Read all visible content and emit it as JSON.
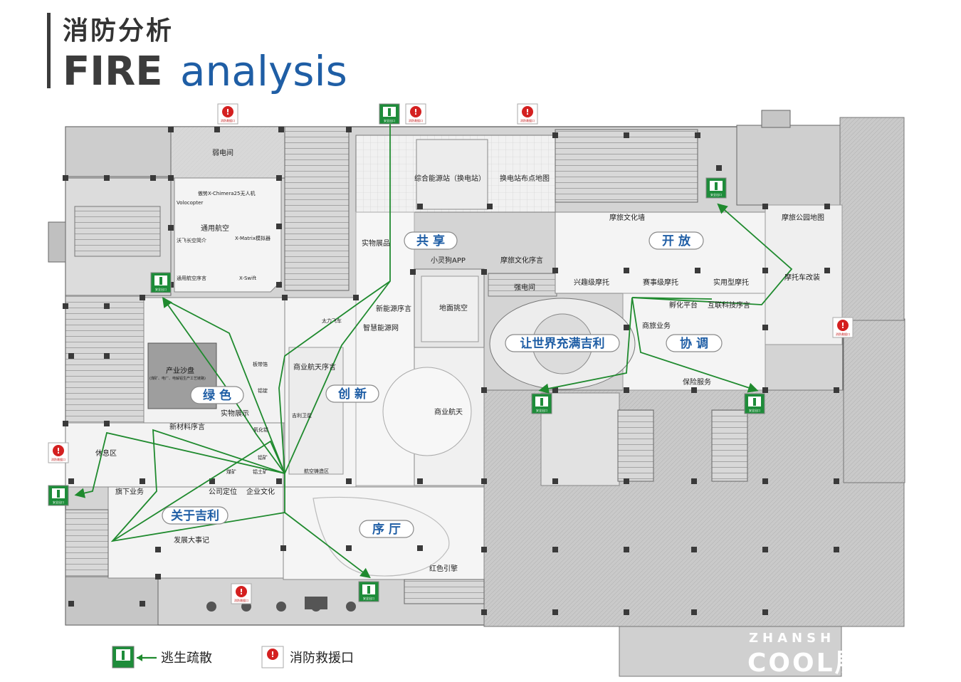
{
  "header": {
    "title_cn": "消防分析",
    "title_en_bold": "FIRE",
    "title_en_light": "analysis"
  },
  "zones": [
    "共 享",
    "开 放",
    "让世界充满吉利",
    "协 调",
    "绿 色",
    "创 新",
    "关于吉利",
    "序 厅"
  ],
  "rooms": [
    "弱电间",
    "综合能源站（换电站）",
    "换电站布点地图",
    "摩旅文化墙",
    "摩旅公园地图",
    "傲势X-Chimera25无人机",
    "Volocopter",
    "通用航空",
    "沃飞长空简介",
    "X-Matrix模拟器",
    "X-Swift",
    "通用航空序言",
    "实物展品",
    "小灵狗APP",
    "摩旅文化序言",
    "强电间",
    "兴趣级摩托",
    "赛事级摩托",
    "实用型摩托",
    "摩托车改装",
    "孵化平台",
    "互联科技序言",
    "商旅业务",
    "保险服务",
    "新能源序言",
    "智慧能源网",
    "地面挑空",
    "太力飞车",
    "产业沙盘",
    "实物展示",
    "板带箔",
    "铝锭",
    "氧化铝",
    "铝矿",
    "铝土矿",
    "煤矿",
    "商业航天序言",
    "吉利卫星",
    "航空铸造区",
    "商业航天",
    "新材料序言",
    "休息区",
    "旗下业务",
    "公司定位",
    "企业文化",
    "发展大事记",
    "红色引擎"
  ],
  "sandbox_note": "(煤矿、电厂、电解铝生产工艺链路)",
  "sign_texts": {
    "exit": "安全出口",
    "rescue": "消防救援口"
  },
  "legend": {
    "exit_label": "逃生疏散",
    "rescue_label": "消防救援口"
  },
  "watermark": {
    "line1": "ZHANSH",
    "line2": "COOL展示酷"
  },
  "colors": {
    "route_green": "#1f8a2e",
    "zone_blue": "#1f5ea5",
    "exit_green": "#1e8c3a",
    "rescue_red": "#d42020"
  }
}
